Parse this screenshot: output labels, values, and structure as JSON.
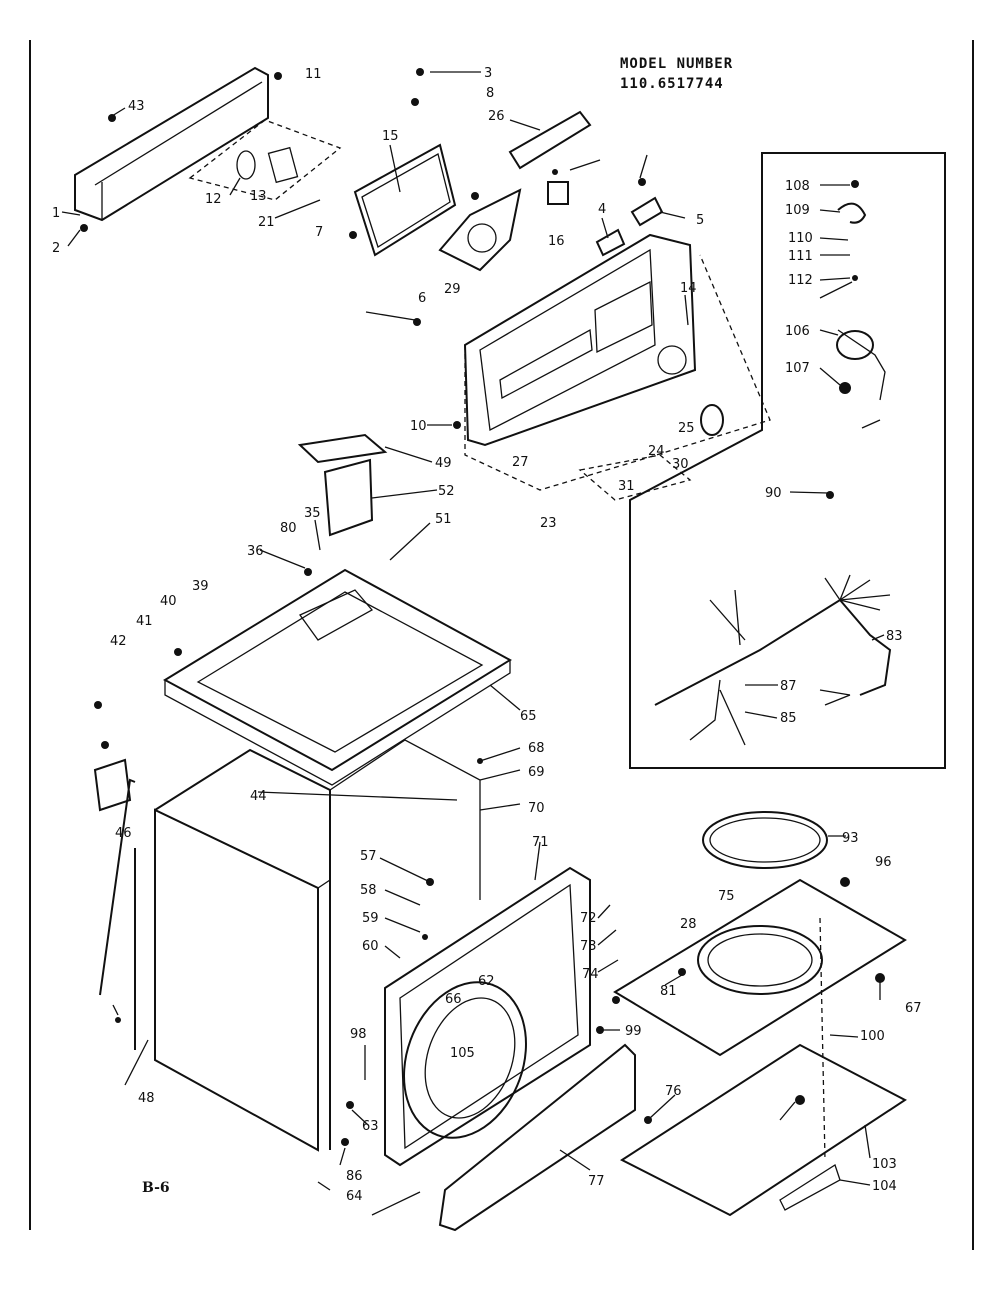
{
  "header": {
    "model_label": "MODEL NUMBER",
    "model_value": "110.6517744"
  },
  "footer": {
    "code_label": "B-6"
  },
  "callouts": [
    "1",
    "2",
    "3",
    "43",
    "11",
    "8",
    "26",
    "15",
    "12",
    "13",
    "21",
    "7",
    "16",
    "5",
    "4",
    "6",
    "29",
    "14",
    "10",
    "25",
    "24",
    "27",
    "30",
    "31",
    "23",
    "49",
    "52",
    "35",
    "80",
    "36",
    "51",
    "39",
    "40",
    "41",
    "42",
    "65",
    "46",
    "68",
    "69",
    "44",
    "70",
    "71",
    "57",
    "58",
    "59",
    "60",
    "72",
    "28",
    "73",
    "74",
    "81",
    "62",
    "66",
    "105",
    "99",
    "98",
    "48",
    "63",
    "86",
    "64",
    "77",
    "76",
    "93",
    "96",
    "75",
    "67",
    "100",
    "103",
    "104",
    "108",
    "109",
    "110",
    "111",
    "112",
    "106",
    "107",
    "90",
    "83",
    "87",
    "85"
  ]
}
